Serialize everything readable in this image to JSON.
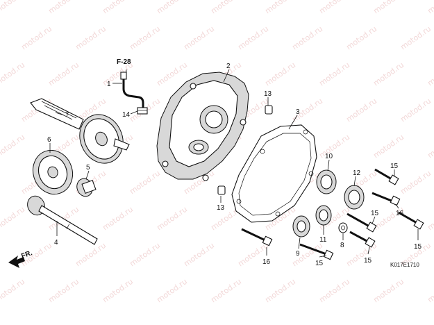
{
  "watermark": "motod.ru",
  "fig_ref": "F-28",
  "diagram_code": "K017E1710",
  "direction_label": "FR.",
  "callouts": {
    "c1": "1",
    "c2": "2",
    "c3": "3",
    "c4": "4",
    "c5": "5",
    "c6": "6",
    "c7": "7",
    "c8": "8",
    "c9": "9",
    "c10": "10",
    "c11": "11",
    "c12": "12",
    "c13a": "13",
    "c13b": "13",
    "c14": "14",
    "c15a": "15",
    "c15b": "15",
    "c15c": "15",
    "c15d": "15",
    "c15e": "15",
    "c16a": "16",
    "c16b": "16"
  },
  "colors": {
    "watermark": "#e8b8b8",
    "line": "#111111"
  }
}
